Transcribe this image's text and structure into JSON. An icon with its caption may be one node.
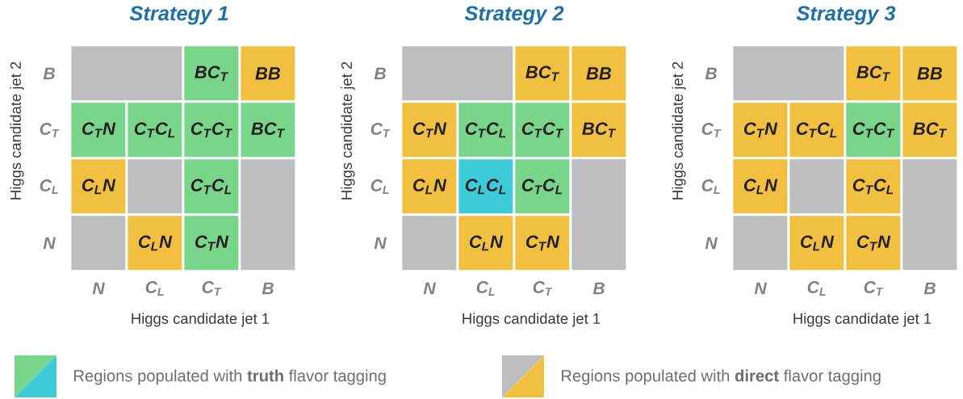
{
  "diagram": {
    "nodes": [
      {
        "text": [],
        "shape": "box"
      },
      {
        "text": [
          "BC$_{T}$"
        ]
      },
      {
        "text": [
          "BB"
        ]
      },
      {
        "text": [
          "C$_{T}$N"
        ]
      },
      {
        "text": [
          "C$_{T}$C$_{L}$"
        ]
      },
      {
        "text": [
          "C$_{T}$C$_{T}$"
        ]
      },
      {
        "text": [
          "BC$_{T}$"
        ]
      },
      {
        "text": [
          "C$_{L}$N"
        ]
      },
      {
        "text": [],
        "shape": "box"
      },
      {
        "text": [
          "C$_{T}$C$_{L}$"
        ]
      },
      {
        "text": [],
        "shape": "box"
      },
      {
        "text": [],
        "shape": "box"
      },
      {
        "text": [
          "C$_{L}$N"
        ]
      },
      {
        "text": [
          "C$_{T}$N"
        ]
      },
      {
        "text": [],
        "shape": "box"
      },
      {
        "text": [
          "BC$_{T}$"
        ]
      },
      {
        "text": [
          "BB"
        ]
      },
      {
        "text": [
          "C$_{T}$N"
        ]
      },
      {
        "text": [
          "C$_{T}$C$_{L}$"
        ]
      },
      {
        "text": [
          "C$_{T}$C$_{T}$"
        ]
      },
      {
        "text": [
          "BC$_{T}$"
        ]
      },
      {
        "text": [
          "C$_{L}$N"
        ]
      },
      {
        "text": [
          "C$_{L}$C$_{L}$"
        ]
      },
      {
        "text": [
          "C$_{T}$C$_{L}$"
        ]
      },
      {
        "text": [],
        "shape": "box"
      },
      {
        "text": [],
        "shape": "box"
      },
      {
        "text": [
          "C$_{L}$N"
        ]
      },
      {
        "text": [
          "C$_{T}$N"
        ]
      },
      {
        "text": [],
        "shape": "box"
      },
      {
        "text": [
          "BC$_{T}$"
        ]
      },
      {
        "text": [
          "BB"
        ]
      },
      {
        "text": [
          "C$_{T}$N"
        ]
      },
      {
        "text": [
          "C$_{T}$C$_{L}$"
        ]
      },
      {
        "text": [
          "C$_{T}$C$_{T}$"
        ]
      },
      {
        "text": [
          "BC$_{T}$"
        ]
      },
      {
        "text": [
          "C$_{L}$N"
        ]
      },
      {
        "text": [],
        "shape": "box"
      },
      {
        "text": [
          "C$_{T}$C$_{L}$"
        ]
      },
      {
        "text": [],
        "shape": "box"
      },
      {
        "text": [],
        "shape": "box"
      },
      {
        "text": [
          "C$_{L}$N"
        ]
      },
      {
        "text": [
          "C$_{T}$N"
        ]
      }
    ],
    "labels": [
      "Strategy 1",
      "B",
      "C$_{T}$",
      "C$_{L}$",
      "N",
      "Higgs candidate jet 2",
      "N",
      "C$_{L}$",
      "C$_{T}$",
      "B",
      "Higgs candidate jet 1",
      "Strategy 2",
      "B",
      "C$_{T}$",
      "C$_{L}$",
      "N",
      "Higgs candidate jet 2",
      "N",
      "C$_{L}$",
      "C$_{T}$",
      "B",
      "Higgs candidate jet 1",
      "Strategy 3",
      "B",
      "C$_{T}$",
      "C$_{L}$",
      "N",
      "Higgs candidate jet 2",
      "N",
      "C$_{L}$",
      "C$_{T}$",
      "B",
      "Higgs candidate jet 1"
    ],
    "legend": [
      {
        "text": "Regions populated with **truth** flavor tagging"
      },
      {
        "text": "Regions populated with **direct** flavor tagging"
      }
    ]
  }
}
